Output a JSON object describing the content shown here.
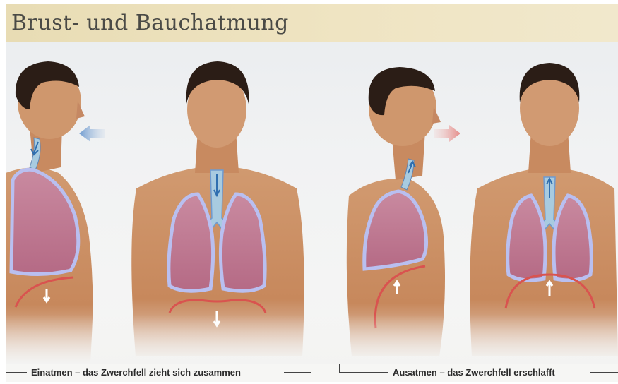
{
  "header": {
    "title": "Brust- und Bauchatmung"
  },
  "captions": {
    "inhale": "Einatmen – das Zwerchfell zieht sich zusammen",
    "exhale": "Ausatmen – das Zwerchfell erschlafft"
  },
  "colors": {
    "title_band": "#ebe0bb",
    "lung_fill": "#c27a92",
    "lung_outline": "#8f9be0",
    "diaphragm": "#d9534f",
    "inhale_arrow": "#7fa7d4",
    "exhale_arrow": "#e79a97",
    "skin": "#c98a5f",
    "hair": "#2b1d16"
  },
  "figures": [
    {
      "id": "inhale-profile",
      "view": "side",
      "arrow": "inhale-arrow-icon"
    },
    {
      "id": "inhale-front",
      "view": "front",
      "arrow": "down-arrow-icon"
    },
    {
      "id": "exhale-profile",
      "view": "side",
      "arrow": "exhale-arrow-icon"
    },
    {
      "id": "exhale-front",
      "view": "front",
      "arrow": "up-arrow-icon"
    }
  ]
}
